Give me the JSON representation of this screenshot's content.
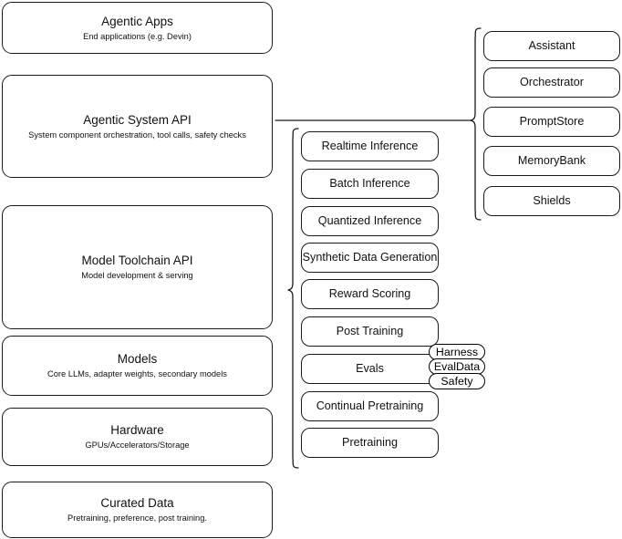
{
  "diagram": {
    "title": "Llama Stack layered architecture diagram",
    "stroke_color": "#1a1a1a",
    "background_color": "#ffffff"
  },
  "layers": [
    {
      "id": "agentic-apps",
      "title": "Agentic Apps",
      "subtitle": "End applications (e.g. Devin)"
    },
    {
      "id": "agentic-system-api",
      "title": "Agentic System API",
      "subtitle": "System component orchestration, tool calls, safety checks"
    },
    {
      "id": "model-toolchain-api",
      "title": "Model Toolchain API",
      "subtitle": "Model development & serving"
    },
    {
      "id": "models",
      "title": "Models",
      "subtitle": "Core LLMs, adapter weights, secondary models"
    },
    {
      "id": "hardware",
      "title": "Hardware",
      "subtitle": "GPUs/Accelerators/Storage"
    },
    {
      "id": "curated-data",
      "title": "Curated Data",
      "subtitle": "Pretraining, preference, post training."
    }
  ],
  "toolchain_items": [
    {
      "id": "realtime-inference",
      "label": "Realtime Inference"
    },
    {
      "id": "batch-inference",
      "label": "Batch Inference"
    },
    {
      "id": "quantized-inference",
      "label": "Quantized Inference"
    },
    {
      "id": "synthetic-data-generation",
      "label": "Synthetic Data Generation"
    },
    {
      "id": "reward-scoring",
      "label": "Reward Scoring"
    },
    {
      "id": "post-training",
      "label": "Post Training"
    },
    {
      "id": "evals",
      "label": "Evals"
    },
    {
      "id": "continual-pretraining",
      "label": "Continual Pretraining"
    },
    {
      "id": "pretraining",
      "label": "Pretraining"
    }
  ],
  "evals_subitems": [
    {
      "id": "harness",
      "label": "Harness"
    },
    {
      "id": "evaldata",
      "label": "EvalData"
    },
    {
      "id": "safety",
      "label": "Safety"
    }
  ],
  "system_items": [
    {
      "id": "assistant",
      "label": "Assistant"
    },
    {
      "id": "orchestrator",
      "label": "Orchestrator"
    },
    {
      "id": "promptstore",
      "label": "PromptStore"
    },
    {
      "id": "memorybank",
      "label": "MemoryBank"
    },
    {
      "id": "shields",
      "label": "Shields"
    }
  ]
}
